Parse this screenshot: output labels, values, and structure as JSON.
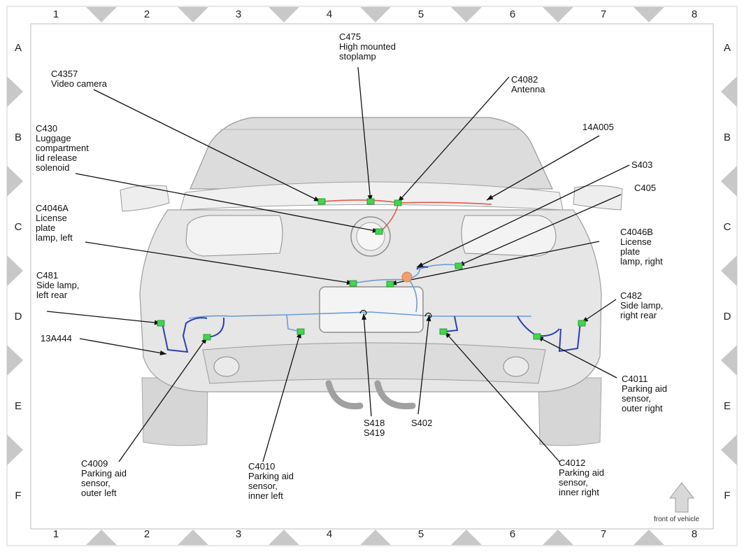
{
  "grid": {
    "columns": [
      "1",
      "2",
      "3",
      "4",
      "5",
      "6",
      "7",
      "8"
    ],
    "rows": [
      "A",
      "B",
      "C",
      "D",
      "E",
      "F"
    ]
  },
  "colors": {
    "frame_triangle": "#c8c8c8",
    "harness_red": "#e05a4a",
    "harness_blue": "#6d9bd8",
    "harness_darkblue": "#2c3fb0",
    "connector_green": "#3fd84a",
    "splice_orange": "#f0a070",
    "body_fill": "#e4e4e4",
    "body_stroke": "#9a9a9a"
  },
  "callouts": {
    "c475": "C475\nHigh mounted\nstoplamp",
    "c4357": "C4357\nVideo camera",
    "c4082": "C4082\nAntenna",
    "c430": "C430\nLuggage\ncompartment\nlid release\nsolenoid",
    "h14a005": "14A005",
    "s403": "S403",
    "c405": "C405",
    "c4046a": "C4046A\nLicense\nplate\nlamp, left",
    "c4046b": "C4046B\nLicense\nplate\nlamp, right",
    "c481": "C481\nSide lamp,\nleft rear",
    "c482": "C482\nSide lamp,\nright rear",
    "h13a444": "13A444",
    "c4011": "C4011\nParking aid\nsensor,\nouter right",
    "s418": "S418\nS419",
    "s402": "S402",
    "c4009": "C4009\nParking aid\nsensor,\nouter left",
    "c4010": "C4010\nParking aid\nsensor,\ninner left",
    "c4012": "C4012\nParking aid\nsensor,\ninner right"
  },
  "orientation": {
    "label": "front of vehicle",
    "icon": "up-arrow-icon"
  }
}
